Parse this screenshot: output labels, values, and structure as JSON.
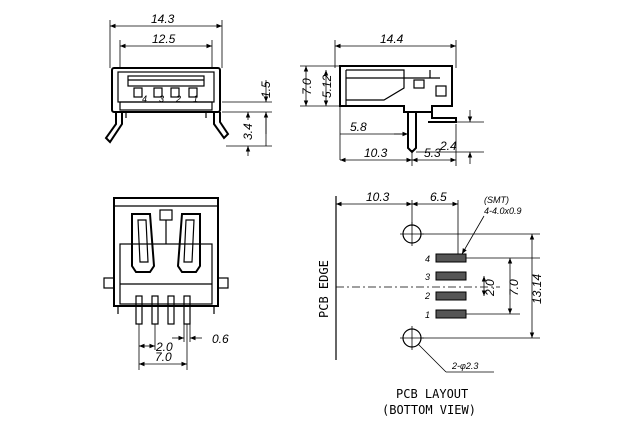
{
  "front_view": {
    "dim_overall_width": "14.3",
    "dim_inner_width": "12.5",
    "dim_height": "1.5",
    "dim_leg": "3.4",
    "pin_labels": [
      "4",
      "3",
      "2",
      "1"
    ]
  },
  "side_view": {
    "dim_length": "14.4",
    "dim_height": "7.0",
    "dim_body": "5.12",
    "dim_leg_offset": "5.8",
    "dim_leg_height": "2.4",
    "dim_pos_a": "10.3",
    "dim_pos_b": "5.3"
  },
  "bottom_view": {
    "dim_pitch": "2.0",
    "dim_span": "7.0",
    "dim_pin_width": "0.6"
  },
  "pcb_layout": {
    "edge_label": "PCB EDGE",
    "dim_edge_to_hole": "10.3",
    "dim_hole_to_pad": "6.5",
    "smt_note_line1": "(SMT)",
    "smt_note_line2": "4-4.0x0.9",
    "pad_numbers": [
      "4",
      "3",
      "2",
      "1"
    ],
    "dim_pad_pitch": "2.0",
    "dim_pad_span": "7.0",
    "dim_hole_span": "13.14",
    "hole_note": "2-φ2.3",
    "title_line1": "PCB LAYOUT",
    "title_line2": "(BOTTOM VIEW)"
  }
}
